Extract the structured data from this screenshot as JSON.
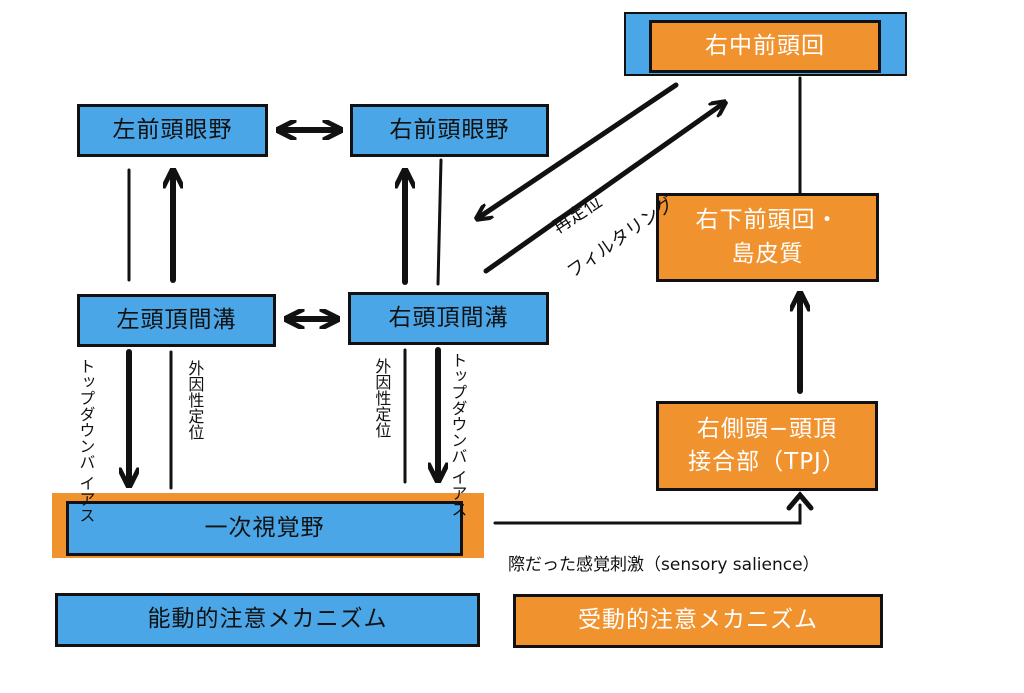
{
  "nodes": {
    "right_middle_frontal": "右中前頭回",
    "left_fef": "左前頭眼野",
    "right_fef": "右前頭眼野",
    "right_ifg_insula_line1": "右下前頭回・",
    "right_ifg_insula_line2": "島皮質",
    "left_ips": "左頭頂間溝",
    "right_ips": "右頭頂間溝",
    "right_tpj_line1": "右側頭−頭頂",
    "right_tpj_line2": "接合部（TPJ）",
    "v1": "一次視覚野"
  },
  "edge_labels": {
    "reorient": "再定位",
    "filtering": "フィルタリング",
    "topdown_bias_left_1": "トップダウンバ",
    "topdown_bias_left_2": "イアス",
    "exogenous_left": "外因性定位",
    "exogenous_right": "外因性定位",
    "topdown_bias_right_1": "トップダウンバ",
    "topdown_bias_right_2": "イアス",
    "salience": "際だった感覚刺激（sensory salience）"
  },
  "legend": {
    "active": "能動的注意メカニズム",
    "passive": "受動的注意メカニズム"
  },
  "colors": {
    "blue": "#4aa6e6",
    "orange": "#f0932f",
    "line": "#111111"
  }
}
